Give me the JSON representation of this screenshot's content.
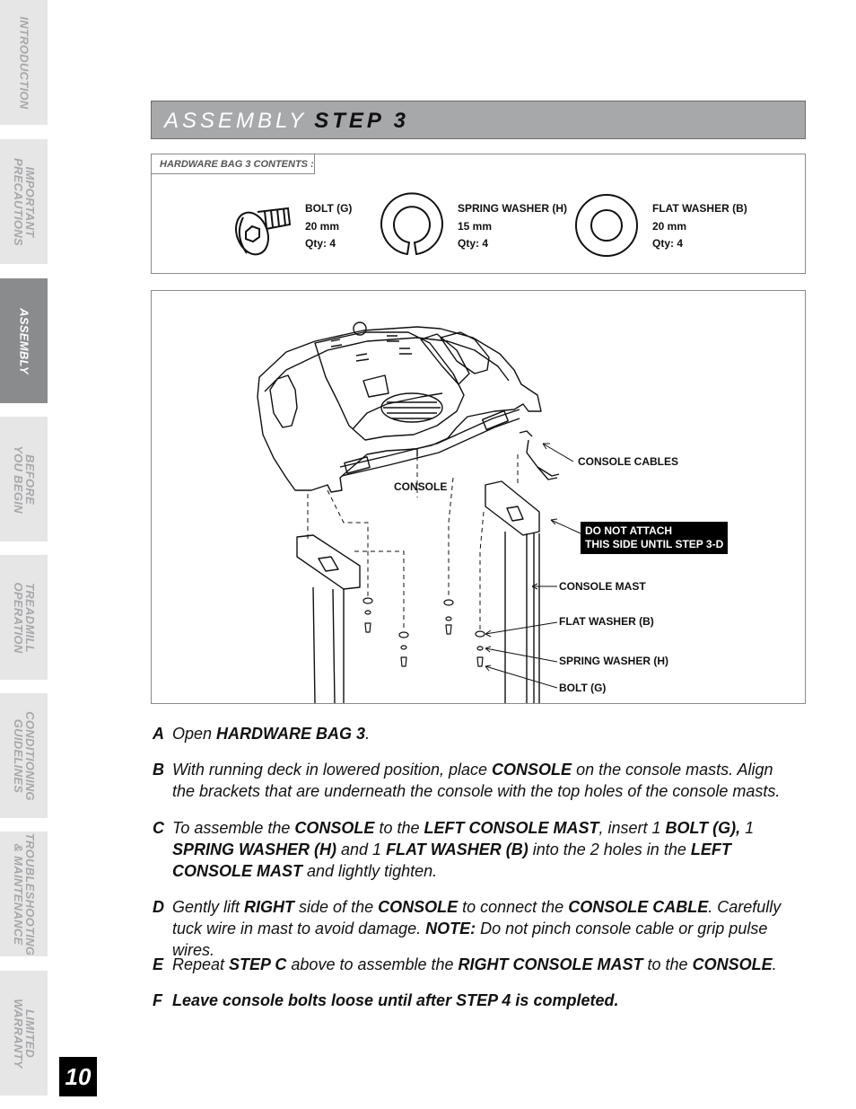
{
  "side_tabs": [
    {
      "label": "INTRODUCTION",
      "active": false
    },
    {
      "label": "IMPORTANT\nPRECAUTIONS",
      "active": false
    },
    {
      "label": "ASSEMBLY",
      "active": true
    },
    {
      "label": "BEFORE\nYOU BEGIN",
      "active": false
    },
    {
      "label": "TREADMILL\nOPERATION",
      "active": false
    },
    {
      "label": "CONDITIONING\nGUIDELINES",
      "active": false
    },
    {
      "label": "TROUBLESHOOTING\n& MAINTENANCE",
      "active": false
    },
    {
      "label": "LIMITED\nWARRANTY",
      "active": false
    }
  ],
  "page_number": "10",
  "title": {
    "prefix": "ASSEMBLY",
    "step": "STEP 3"
  },
  "hardware": {
    "header": "HARDWARE BAG 3 CONTENTS :",
    "items": [
      {
        "name": "BOLT (G)",
        "size": "20 mm",
        "qty": "Qty: 4",
        "icon": "bolt-icon"
      },
      {
        "name": "SPRING WASHER (H)",
        "size": "15 mm",
        "qty": "Qty: 4",
        "icon": "spring-washer-icon"
      },
      {
        "name": "FLAT WASHER (B)",
        "size": "20 mm",
        "qty": "Qty: 4",
        "icon": "flat-washer-icon"
      }
    ]
  },
  "diagram": {
    "callouts": {
      "console_cables": "CONSOLE CABLES",
      "console": "CONSOLE",
      "warning_line1": "DO NOT ATTACH",
      "warning_line2": "THIS SIDE UNTIL STEP 3-D",
      "console_mast": "CONSOLE MAST",
      "flat_washer": "FLAT WASHER (B)",
      "spring_washer": "SPRING WASHER (H)",
      "bolt": "BOLT (G)"
    }
  },
  "steps": {
    "a": {
      "letter": "A",
      "t1": "Open ",
      "b1": "HARDWARE BAG 3",
      "t2": "."
    },
    "b": {
      "letter": "B",
      "t1": "With running deck in lowered position, place ",
      "b1": "CONSOLE",
      "t2": " on the console masts. Align the brackets that are underneath the console with the top holes of the console masts."
    },
    "c": {
      "letter": "C",
      "t1": "To assemble the ",
      "b1": "CONSOLE",
      "t2": " to the ",
      "b2": "LEFT CONSOLE MAST",
      "t3": ", insert 1 ",
      "b3": "BOLT (G),",
      "t4": " 1 ",
      "b4": "SPRING WASHER (H)",
      "t5": " and 1 ",
      "b5": "FLAT WASHER (B)",
      "t6": " into the 2 holes in the ",
      "b6": "LEFT CONSOLE MAST",
      "t7": " and lightly tighten."
    },
    "d": {
      "letter": "D",
      "t1": "Gently lift ",
      "b1": "RIGHT",
      "t2": " side of the ",
      "b2": "CONSOLE",
      "t3": " to connect the ",
      "b3": "CONSOLE CABLE",
      "t4": ". Carefully tuck wire in mast to avoid damage. ",
      "b4": "NOTE:",
      "t5": " Do not pinch console cable or grip pulse wires."
    },
    "e": {
      "letter": "E",
      "t1": "Repeat ",
      "b1": "STEP C",
      "t2": " above to assemble the ",
      "b2": "RIGHT CONSOLE MAST",
      "t3": " to the ",
      "b3": "CONSOLE",
      "t4": "."
    },
    "f": {
      "letter": "F",
      "b1": "Leave console bolts loose until after STEP 4 is completed."
    }
  }
}
